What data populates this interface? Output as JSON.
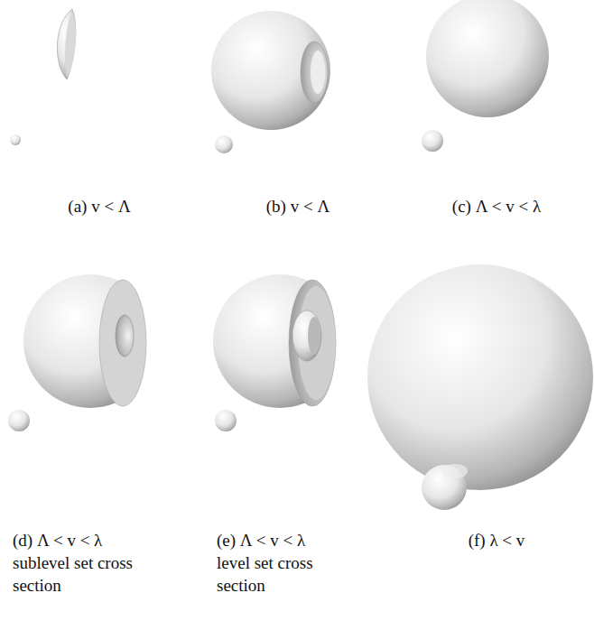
{
  "diagram": {
    "labels": [
      "(a) v < Λ",
      "(b) v < Λ",
      "(c) Λ < v < λ",
      "(d) Λ < v < λ sublevel set cross section",
      "(e) Λ < v < λ level set cross section",
      "(f) λ < v"
    ]
  }
}
